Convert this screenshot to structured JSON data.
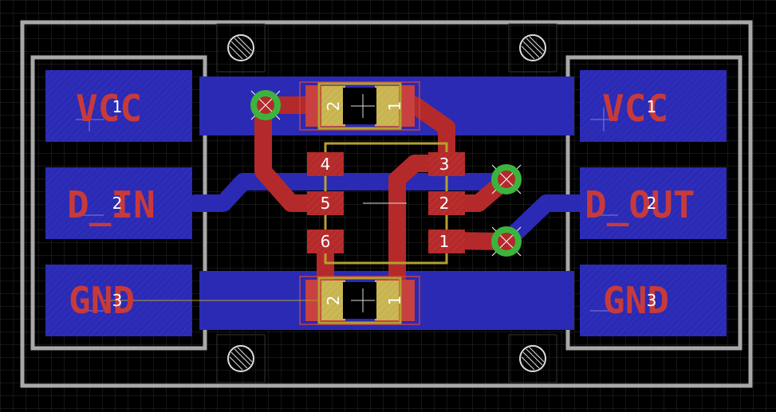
{
  "colors": {
    "background": "#000000",
    "grid": "#2a2a2a",
    "board_outline": "#a8a8a8",
    "bottom_copper": "#2a2ab4",
    "top_copper": "#b42a2a",
    "pad_text": "#c83a3a",
    "smd_pad_fill": "#c8b450",
    "via_ring": "#3cb43c",
    "silkscreen_yellow": "#b4a030",
    "number_text": "#ffffff"
  },
  "connectors": {
    "left": [
      {
        "label": "VCC",
        "pin": "1"
      },
      {
        "label": "D_IN",
        "pin": "2"
      },
      {
        "label": "GND",
        "pin": "3"
      }
    ],
    "right": [
      {
        "label": "VCC",
        "pin": "1"
      },
      {
        "label": "D_OUT",
        "pin": "2"
      },
      {
        "label": "GND",
        "pin": "3"
      }
    ]
  },
  "capacitors": [
    {
      "pin_left": "2",
      "pin_right": "1"
    },
    {
      "pin_left": "2",
      "pin_right": "1"
    }
  ],
  "led_chip": {
    "left_pins": [
      "4",
      "5",
      "6"
    ],
    "right_pins": [
      "3",
      "2",
      "1"
    ]
  },
  "icons": [
    "mounting-hole-icon",
    "via-icon"
  ]
}
